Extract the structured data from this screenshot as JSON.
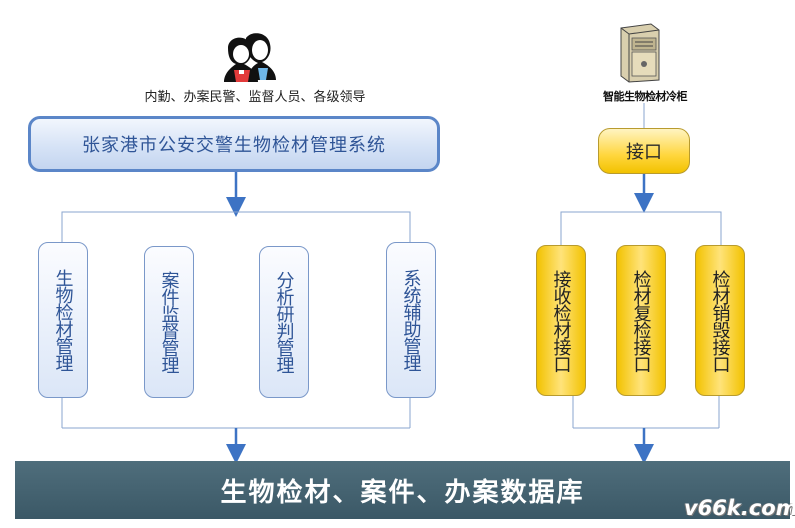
{
  "users_label": "内勤、办案民警、监督人员、各级领导",
  "system_title": "张家港市公安交警生物检材管理系统",
  "modules": [
    {
      "label": "生物检材管理"
    },
    {
      "label": "案件监督管理"
    },
    {
      "label": "分析研判管理"
    },
    {
      "label": "系统辅助管理"
    }
  ],
  "cabinet_label": "智能生物检材冷柜",
  "interface_label": "接口",
  "interfaces": [
    {
      "label": "接收检材接口"
    },
    {
      "label": "检材复检接口"
    },
    {
      "label": "检材销毁接口"
    }
  ],
  "database_label": "生物检材、案件、办案数据库",
  "watermark": "v66k.com",
  "colors": {
    "blue_text": "#2f5597",
    "blue_border": "#5b86c8",
    "arrow_blue": "#3d73c4",
    "yellow_fill": "#ffd63d",
    "db_bar": "#456371"
  },
  "icons": [
    "users-icon",
    "cold-cabinet-icon"
  ]
}
